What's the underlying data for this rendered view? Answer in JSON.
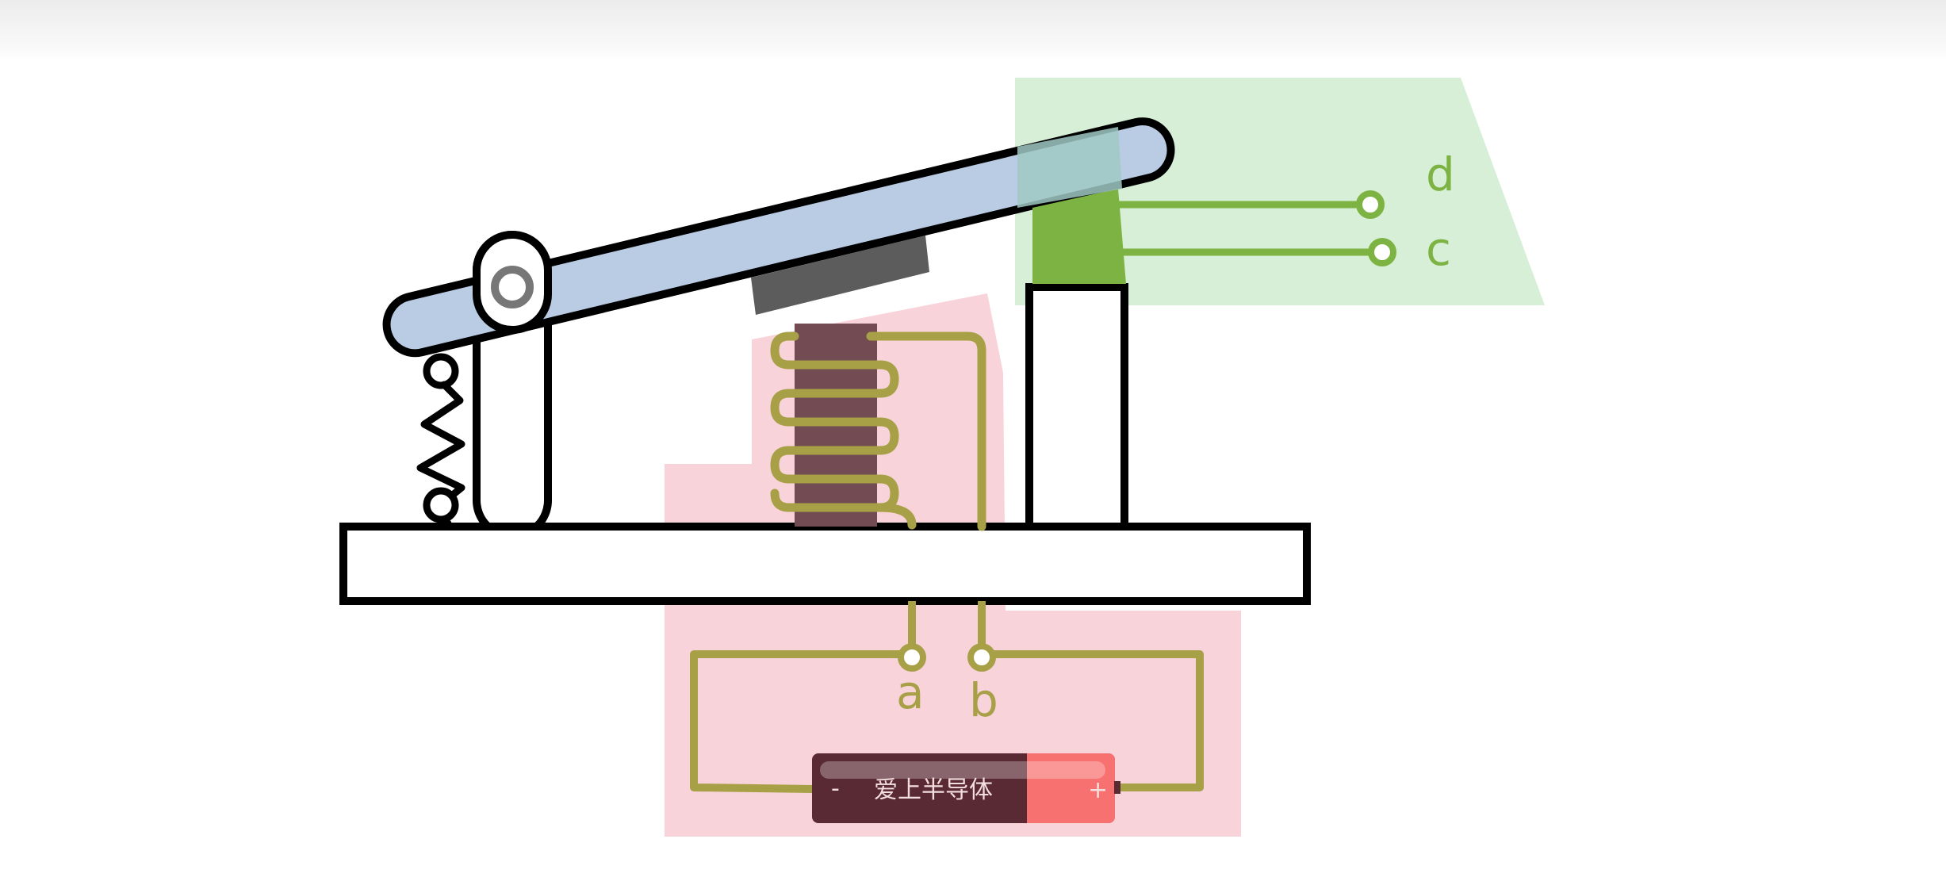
{
  "terminals": {
    "a": "a",
    "b": "b",
    "c": "c",
    "d": "d"
  },
  "battery": {
    "label": "爱上半导体",
    "negative": "-",
    "positive": "+"
  },
  "colors": {
    "armature": "#b9cce4",
    "coil_core": "#734b52",
    "coil_wire": "#a7a047",
    "contact_green": "#7cb342",
    "contact_zone": "#d6efd6",
    "coil_zone": "#f9d3da",
    "battery_dark": "#5a2a34",
    "battery_red": "#f87171"
  }
}
